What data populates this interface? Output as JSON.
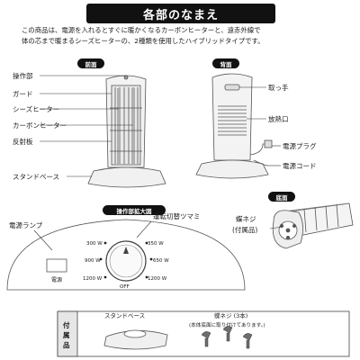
{
  "title": "各部のなまえ",
  "intro": {
    "line1": "この商品は、電源を入れるとすぐに暖かくなるカーボンヒーターと、遠赤外線で",
    "line2": "体の芯まで暖まるシーズヒーターの、2種類を使用したハイブリッドタイプです。"
  },
  "front": {
    "label": "前面",
    "parts": [
      "操作部",
      "ガード",
      "シーズヒーター",
      "カーボンヒーター",
      "反射板",
      "スタンドベース"
    ]
  },
  "back": {
    "label": "背面",
    "parts": [
      "取っ手",
      "放熱口",
      "電源プラグ",
      "電源コード"
    ]
  },
  "bottom": {
    "label": "底面",
    "screw_label_1": "蝶ネジ",
    "screw_label_2": "(付属品)"
  },
  "panel": {
    "label": "操作部拡大図",
    "power_lamp": "電源ランプ",
    "lamp_text": "電源",
    "knob_label": "運転切替ツマミ",
    "settings": [
      "300 W",
      "350 W",
      "900 W",
      "650 W",
      "1200 W",
      "1200 W"
    ],
    "off_text": "OFF"
  },
  "accessories": {
    "header": "付属品",
    "stand": "スタンドベース",
    "screw_title": "蝶ネジ (3本)",
    "screw_note": "(本体底面に取り付けてあります。)"
  }
}
